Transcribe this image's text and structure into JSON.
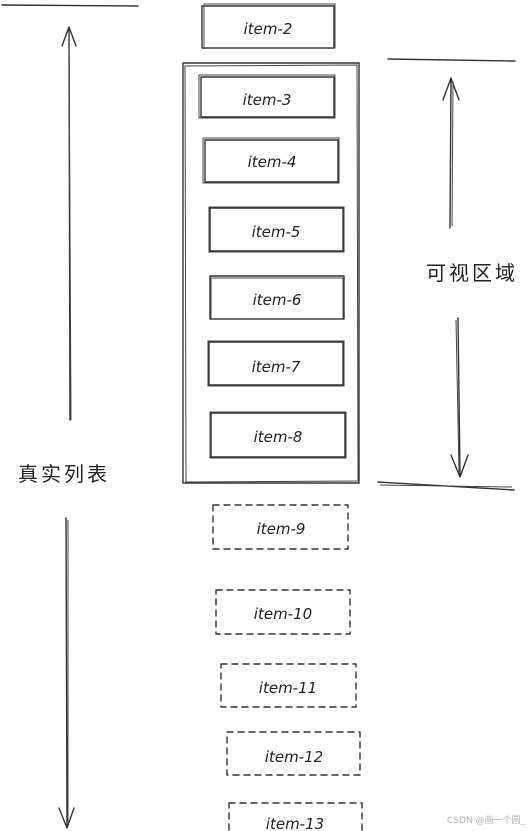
{
  "labels": {
    "real_list": "真实列表",
    "visible_area": "可视区域",
    "watermark": "CSDN @画一个圆_"
  },
  "items_solid": [
    "item-2",
    "item-3",
    "item-4",
    "item-5",
    "item-6",
    "item-7",
    "item-8"
  ],
  "items_dashed": [
    "item-9",
    "item-10",
    "item-11",
    "item-12",
    "item-13"
  ]
}
